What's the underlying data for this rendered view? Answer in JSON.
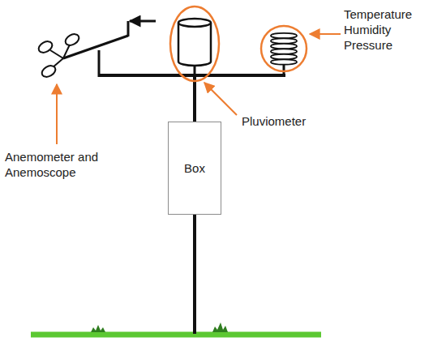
{
  "diagram": {
    "nodes": [
      {
        "text": [
          "Box"
        ]
      }
    ],
    "labels": [
      "Temperature Humidity Pressure",
      "Pluviometer",
      "Anemometer and Anemoscope"
    ]
  }
}
